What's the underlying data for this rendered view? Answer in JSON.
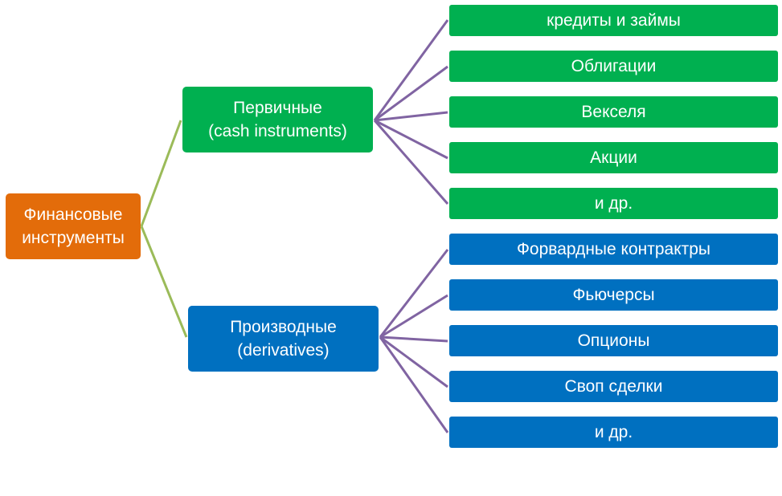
{
  "root": {
    "line1": "Финансовые",
    "line2": "инструменты"
  },
  "primary": {
    "line1": "Первичные",
    "line2": "(cash instruments)",
    "items": [
      "кредиты и займы",
      "Облигации",
      "Векселя",
      "Акции",
      "и др."
    ]
  },
  "derivatives": {
    "line1": "Производные",
    "line2": "(derivatives)",
    "items": [
      "Форвардные контрактры",
      "Фьючерсы",
      "Опционы",
      "Своп сделки",
      "и др."
    ]
  },
  "colors": {
    "root": "#e36c0a",
    "primary": "#00b050",
    "derivatives": "#0070c0",
    "root_connector": "#9bbb59",
    "leaf_connector": "#8064a2"
  }
}
